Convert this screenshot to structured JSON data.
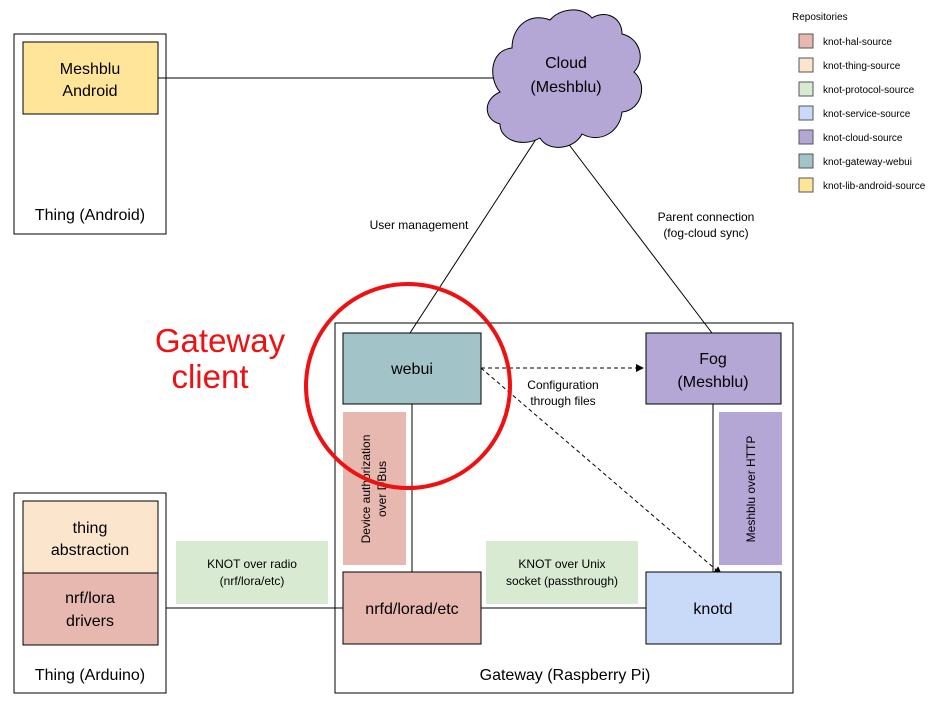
{
  "legend": {
    "title": "Repositories",
    "items": [
      {
        "label": "knot-hal-source",
        "color": "#e6b8af"
      },
      {
        "label": "knot-thing-source",
        "color": "#fce5cd"
      },
      {
        "label": "knot-protocol-source",
        "color": "#d9ead3"
      },
      {
        "label": "knot-service-source",
        "color": "#c9daf8"
      },
      {
        "label": "knot-cloud-source",
        "color": "#b4a7d6"
      },
      {
        "label": "knot-gateway-webui",
        "color": "#a2c4c9"
      },
      {
        "label": "knot-lib-android-source",
        "color": "#ffe599"
      }
    ]
  },
  "cloud": {
    "line1": "Cloud",
    "line2": "(Meshblu)"
  },
  "thing_android": {
    "container_label": "Thing (Android)",
    "meshblu_line1": "Meshblu",
    "meshblu_line2": "Android"
  },
  "thing_arduino": {
    "container_label": "Thing (Arduino)",
    "abstraction_line1": "thing",
    "abstraction_line2": "abstraction",
    "drivers_line1": "nrf/lora",
    "drivers_line2": "drivers"
  },
  "gateway": {
    "container_label": "Gateway (Raspberry Pi)",
    "webui": "webui",
    "fog_line1": "Fog",
    "fog_line2": "(Meshblu)",
    "nrfd": "nrfd/lorad/etc",
    "knotd": "knotd",
    "device_auth_line1": "Device authorization",
    "device_auth_line2": "over DBus",
    "meshblu_http": "Meshblu over HTTP"
  },
  "edges": {
    "user_management": "User management",
    "parent_connection_line1": "Parent connection",
    "parent_connection_line2": "(fog-cloud sync)",
    "config_files_line1": "Configuration",
    "config_files_line2": "through files"
  },
  "protocols": {
    "radio_line1": "KNOT over radio",
    "radio_line2": "(nrf/lora/etc)",
    "unix_line1": "KNOT over Unix",
    "unix_line2": "socket (passthrough)"
  },
  "annotation": {
    "line1": "Gateway",
    "line2": "client",
    "color": "#ee1111"
  }
}
